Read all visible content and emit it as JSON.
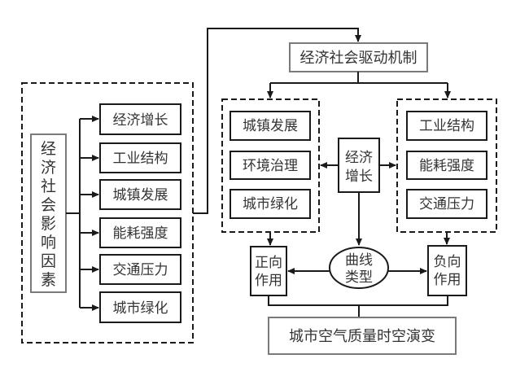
{
  "diagram": {
    "factors_group": {
      "label": [
        "经",
        "济",
        "社",
        "会",
        "影",
        "响",
        "因",
        "素"
      ],
      "items": [
        "经济增长",
        "工业结构",
        "城镇发展",
        "能耗强度",
        "交通压力",
        "城市绿化"
      ]
    },
    "mechanism": {
      "title": "经济社会驱动机制"
    },
    "positive_group": {
      "items": [
        "城镇发展",
        "环境治理",
        "城市绿化"
      ]
    },
    "negative_group": {
      "items": [
        "工业结构",
        "能耗强度",
        "交通压力"
      ]
    },
    "economic_growth": {
      "lines": [
        "经济",
        "增长"
      ]
    },
    "curve_type": {
      "lines": [
        "曲线",
        "类型"
      ]
    },
    "positive_effect": {
      "lines": [
        "正向",
        "作用"
      ]
    },
    "negative_effect": {
      "lines": [
        "负向",
        "作用"
      ]
    },
    "outcome": {
      "title": "城市空气质量时空演变"
    }
  }
}
